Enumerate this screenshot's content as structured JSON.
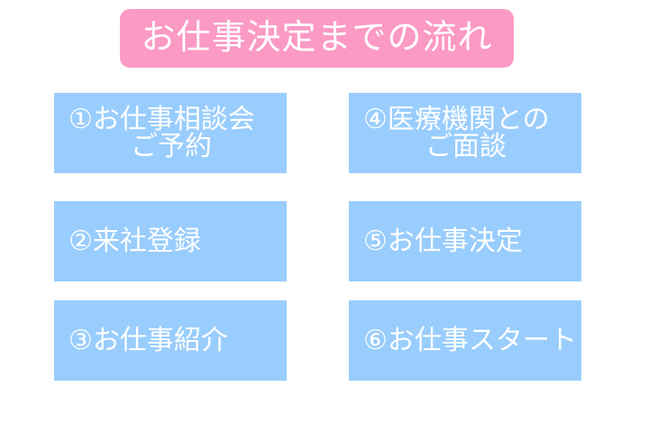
{
  "title": {
    "text": "お仕事決定までの流れ",
    "background_color": "#fb9ac4",
    "text_color": "#ffffff"
  },
  "theme": {
    "page_background": "#ffffff",
    "step_box_color": "#99cdfd",
    "step_text_color": "#ffffff",
    "accent_pink": "#fb9ac4"
  },
  "steps": [
    {
      "number": "①",
      "line_1": "①お仕事相談会",
      "line_2": "ご予約",
      "full_text": "①お仕事相談会ご予約",
      "column": "left",
      "row": 1
    },
    {
      "number": "②",
      "line_1": "②来社登録",
      "line_2": "",
      "full_text": "②来社登録",
      "column": "left",
      "row": 2
    },
    {
      "number": "③",
      "line_1": "③お仕事紹介",
      "line_2": "",
      "full_text": "③お仕事紹介",
      "column": "left",
      "row": 3
    },
    {
      "number": "④",
      "line_1": "④医療機関との",
      "line_2": "ご面談",
      "full_text": "④医療機関とのご面談",
      "column": "right",
      "row": 1
    },
    {
      "number": "⑤",
      "line_1": "⑤お仕事決定",
      "line_2": "",
      "full_text": "⑤お仕事決定",
      "column": "right",
      "row": 2
    },
    {
      "number": "⑥",
      "line_1": "⑥お仕事スタート",
      "line_2": "",
      "full_text": "⑥お仕事スタート",
      "column": "right",
      "row": 3
    }
  ]
}
